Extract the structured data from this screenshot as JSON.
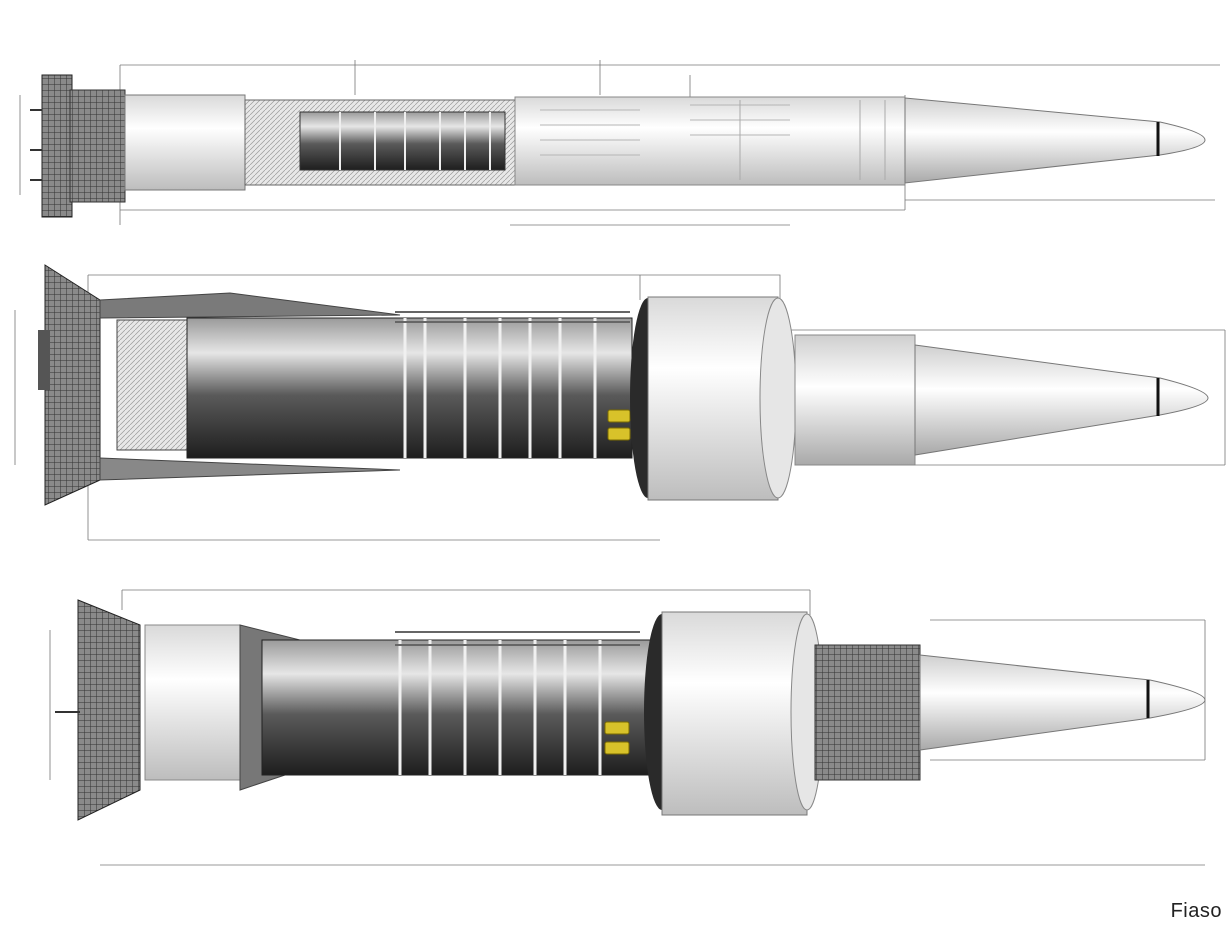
{
  "colors": {
    "paper": "#ffffff",
    "line": "#555555",
    "dark_core": "#2e2e2e",
    "shell_light": "#f2f2f2",
    "accent_yellow": "#d8c22a"
  },
  "title_block": {
    "mark": "Fiaso",
    "subtitle": ""
  },
  "views": [
    {
      "name": "view-1",
      "labels": [],
      "parts": [
        "engine-section",
        "interstage",
        "core-stage",
        "avionics-section",
        "payload-fairing",
        "nose-cone"
      ]
    },
    {
      "name": "view-2",
      "labels": [],
      "parts": [
        "engine-section",
        "radiator-panel",
        "core-stage",
        "equipment-ring",
        "payload-adapter",
        "payload-fairing",
        "nose-cone"
      ]
    },
    {
      "name": "view-3",
      "labels": [],
      "parts": [
        "engine-section",
        "interstage",
        "core-stage",
        "equipment-ring",
        "payload-adapter",
        "truss-section",
        "nose-cone"
      ]
    }
  ]
}
